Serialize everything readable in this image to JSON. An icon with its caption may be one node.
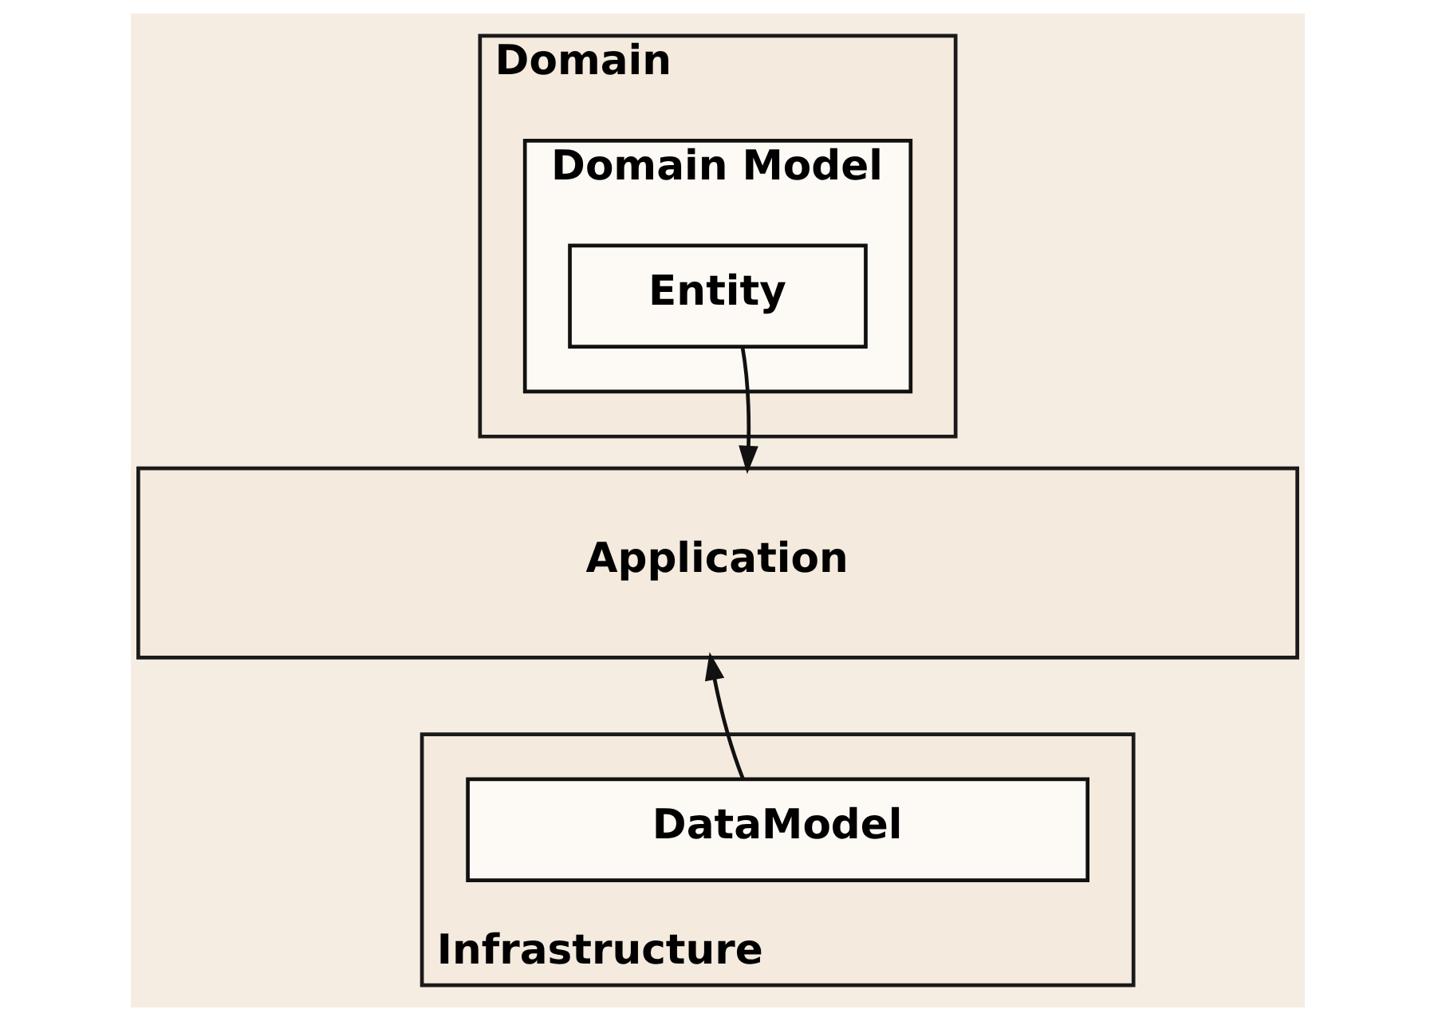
{
  "diagram": {
    "nodes": [
      {
        "text": [
          "Domain"
        ]
      },
      {
        "text": [
          "Domain Model"
        ],
        "in": 0
      },
      {
        "text": [
          "Entity"
        ],
        "in": 1
      },
      {
        "text": [
          "Application"
        ]
      },
      {
        "text": [
          "Infrastructure"
        ]
      },
      {
        "text": [
          "DataModel"
        ],
        "in": 4
      }
    ],
    "edges": [
      {
        "from": 2,
        "to": 3,
        "arrow": "to"
      },
      {
        "from": 5,
        "to": 3,
        "arrow": "to"
      }
    ]
  }
}
